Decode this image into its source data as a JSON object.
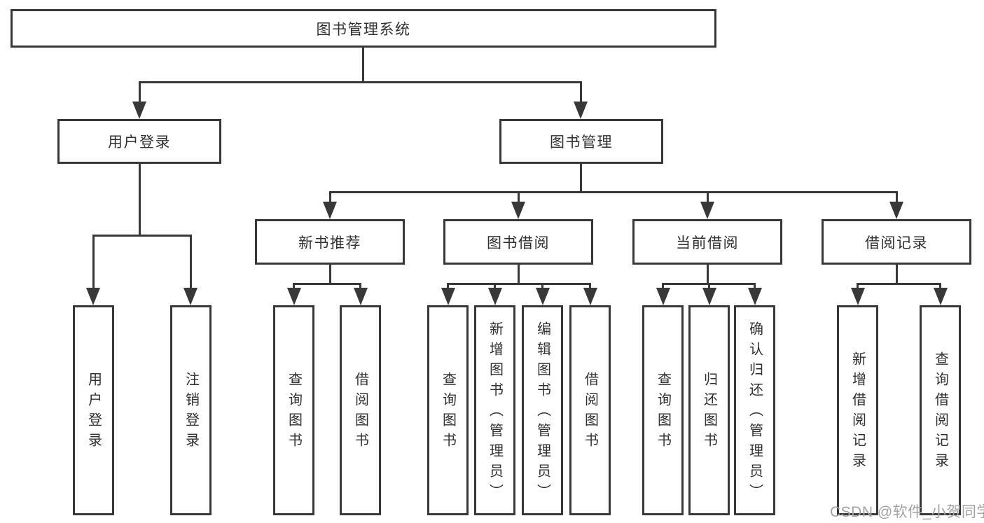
{
  "diagram": {
    "root": {
      "label": "图书管理系统"
    },
    "level2": [
      {
        "label": "用户登录",
        "children": [
          {
            "label": "用户登录"
          },
          {
            "label": "注销登录"
          }
        ]
      },
      {
        "label": "图书管理",
        "children": [
          {
            "label": "新书推荐",
            "children": [
              {
                "label": "查询图书"
              },
              {
                "label": "借阅图书"
              }
            ]
          },
          {
            "label": "图书借阅",
            "children": [
              {
                "label": "查询图书"
              },
              {
                "label": "新增图书（管理员）"
              },
              {
                "label": "编辑图书（管理员）"
              },
              {
                "label": "借阅图书"
              }
            ]
          },
          {
            "label": "当前借阅",
            "children": [
              {
                "label": "查询图书"
              },
              {
                "label": "归还图书"
              },
              {
                "label": "确认归还（管理员）"
              }
            ]
          },
          {
            "label": "借阅记录",
            "children": [
              {
                "label": "新增借阅记录"
              },
              {
                "label": "查询借阅记录"
              }
            ]
          }
        ]
      }
    ]
  },
  "watermark": "CSDN @软件_小贺同学",
  "colors": {
    "line": "#383838",
    "text": "#303030",
    "box_background": "#ffffff",
    "watermark": "#a3a3a3",
    "background": "#ffffff"
  }
}
